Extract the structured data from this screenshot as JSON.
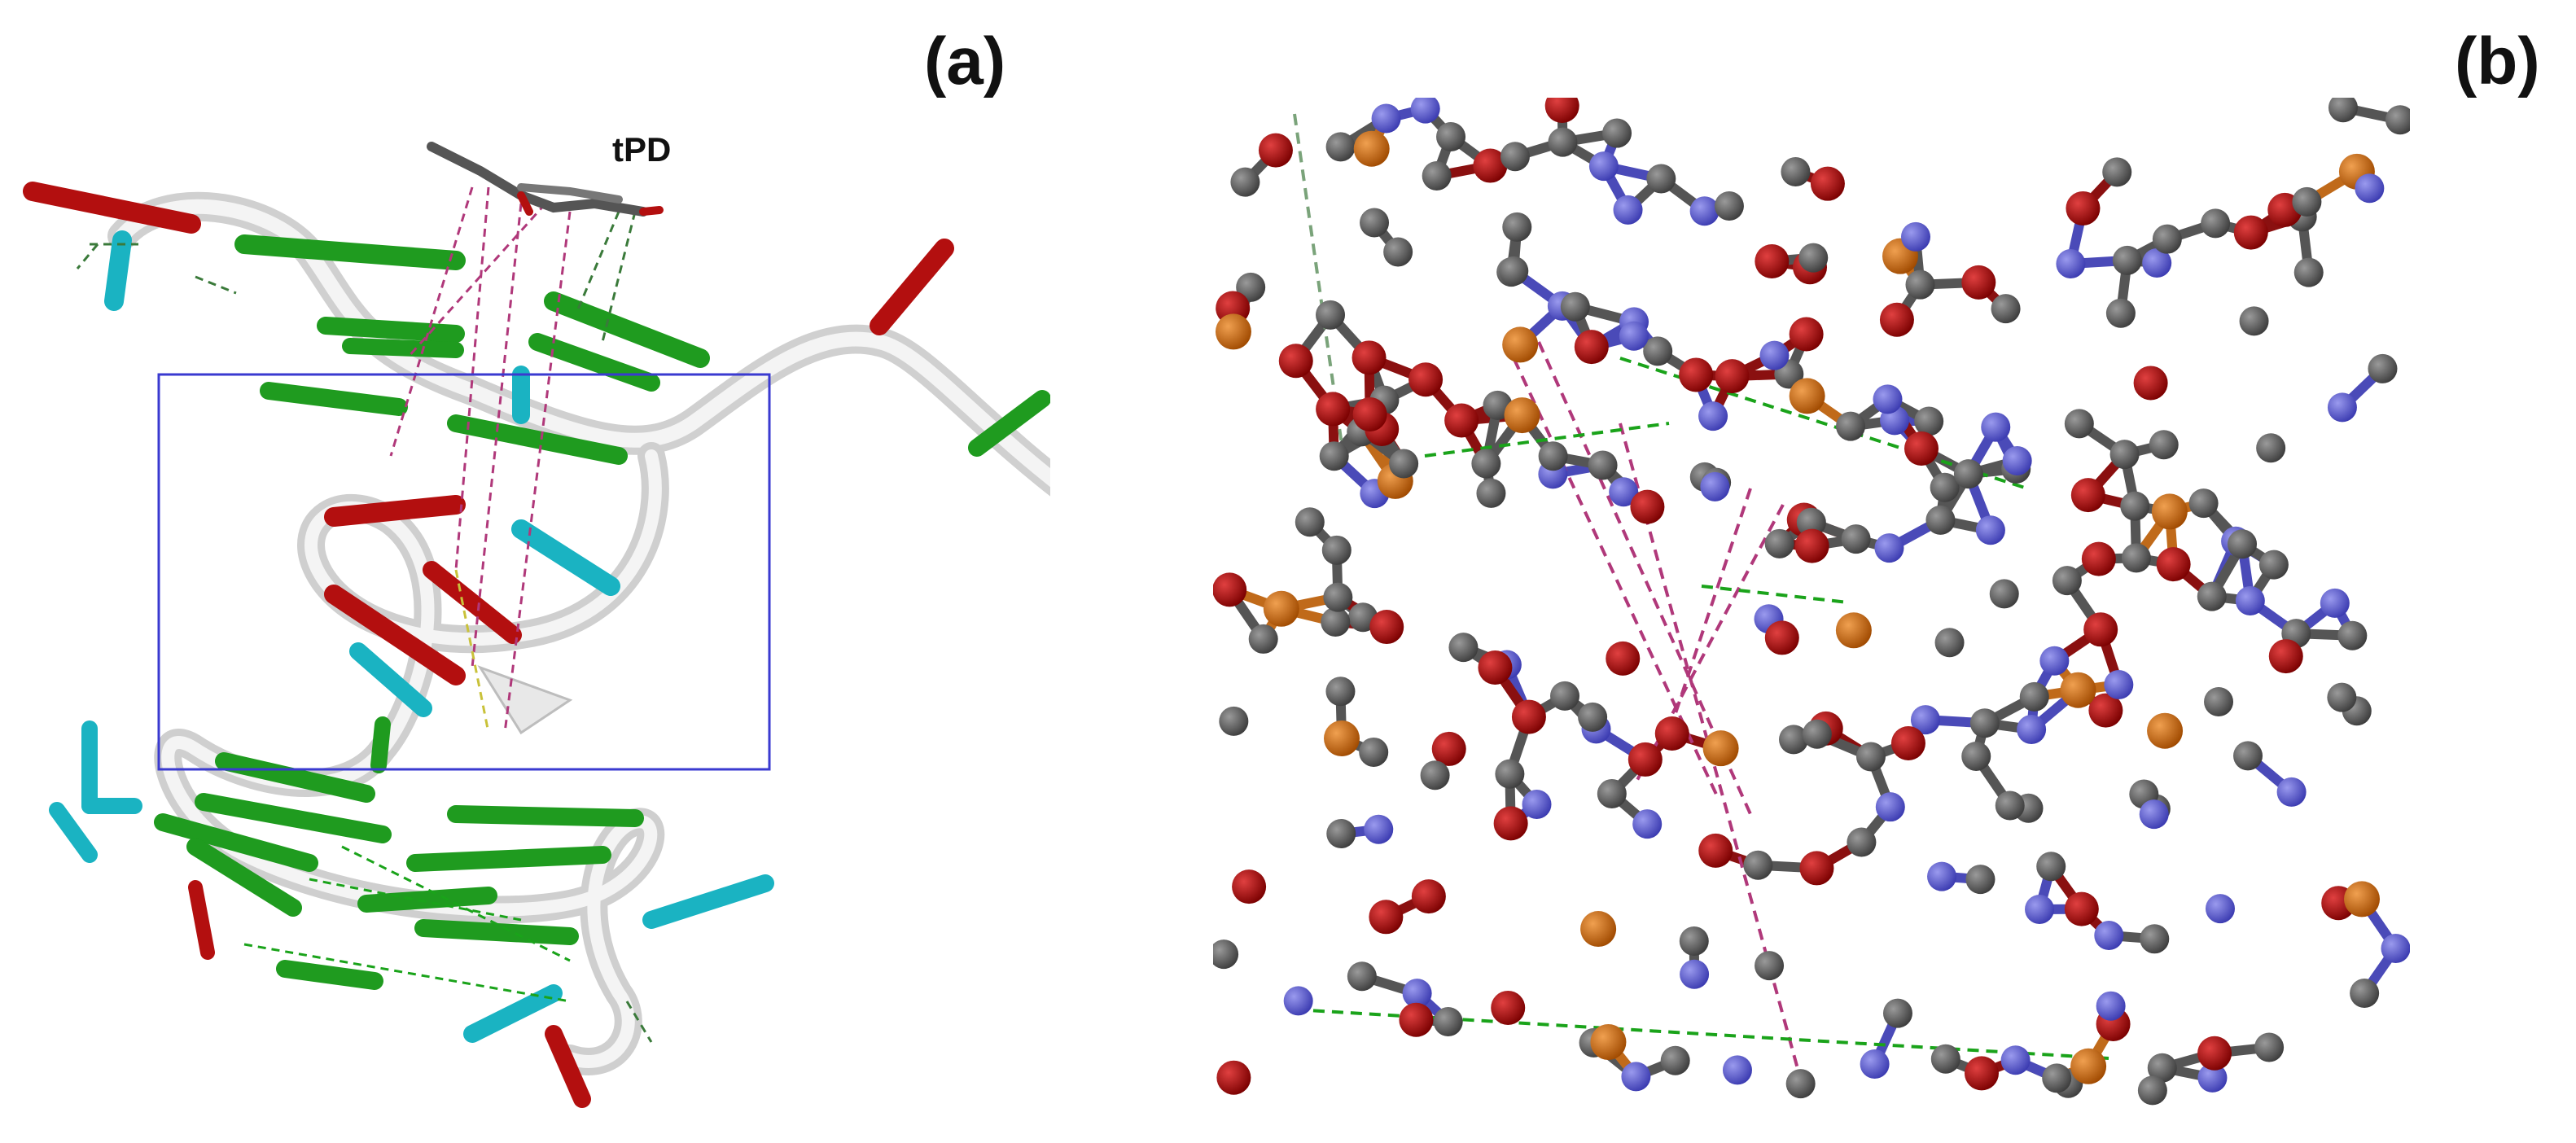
{
  "figure": {
    "panels": [
      {
        "id": "a",
        "label": "(a)"
      },
      {
        "id": "b",
        "label": "(b)"
      }
    ],
    "ligand_label": "tPD",
    "colors": {
      "backbone_ribbon": "#e6e6e6",
      "base_green": "#1f9b1f",
      "base_red": "#b30f0f",
      "base_cyan": "#1ab3c2",
      "carbon": "#5a5a5a",
      "oxygen": "#b00000",
      "nitrogen": "#5a5ad6",
      "phosphorus": "#cc6a1a",
      "hbond_green": "#1aa31a",
      "interaction_magenta": "#b0387a",
      "zoom_box": "#3a3ad0"
    }
  }
}
